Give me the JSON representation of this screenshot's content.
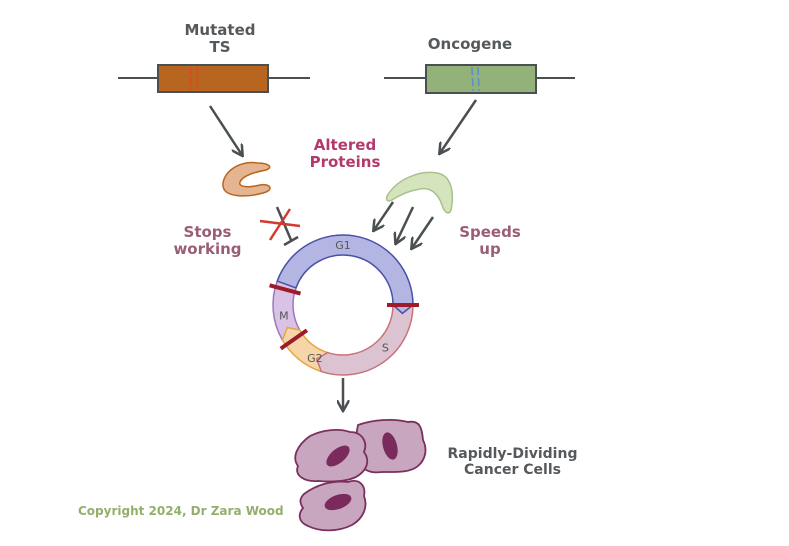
{
  "title": "Oncogenes and tumour suppressor genes drive the cell cycle",
  "genes": {
    "tumour_suppressor": {
      "label": "Mutated\nTS",
      "fill": "#b8651f",
      "mark_color": "#e0442a"
    },
    "oncogene": {
      "label": "Oncogene",
      "fill": "#93b27a",
      "mark_color": "#5b8fc8"
    }
  },
  "proteins": {
    "label": "Altered\nProteins",
    "ts_protein_fill": "#e4b590",
    "onc_protein_fill": "#d4e4bc"
  },
  "effects": {
    "ts_effect": "Stops\nworking",
    "onc_effect": "Speeds\nup"
  },
  "cell_cycle": {
    "phases": [
      {
        "name": "G1",
        "fill": "#b3b6e2",
        "stroke": "#4a4fa8"
      },
      {
        "name": "S",
        "fill": "#dcc3d2",
        "stroke": "#c8727a"
      },
      {
        "name": "G2",
        "fill": "#f6d6a8",
        "stroke": "#e3a640"
      },
      {
        "name": "M",
        "fill": "#d9c2e6",
        "stroke": "#9a78c0"
      }
    ],
    "checkpoint_color": "#9c1c2a"
  },
  "outcome": {
    "label": "Rapidly-Dividing\nCancer Cells",
    "cell_fill": "#c8a6c0",
    "cell_stroke": "#7a2f5c",
    "nucleus_fill": "#7a2a5c"
  },
  "copyright": "Copyright 2024, Dr Zara Wood"
}
